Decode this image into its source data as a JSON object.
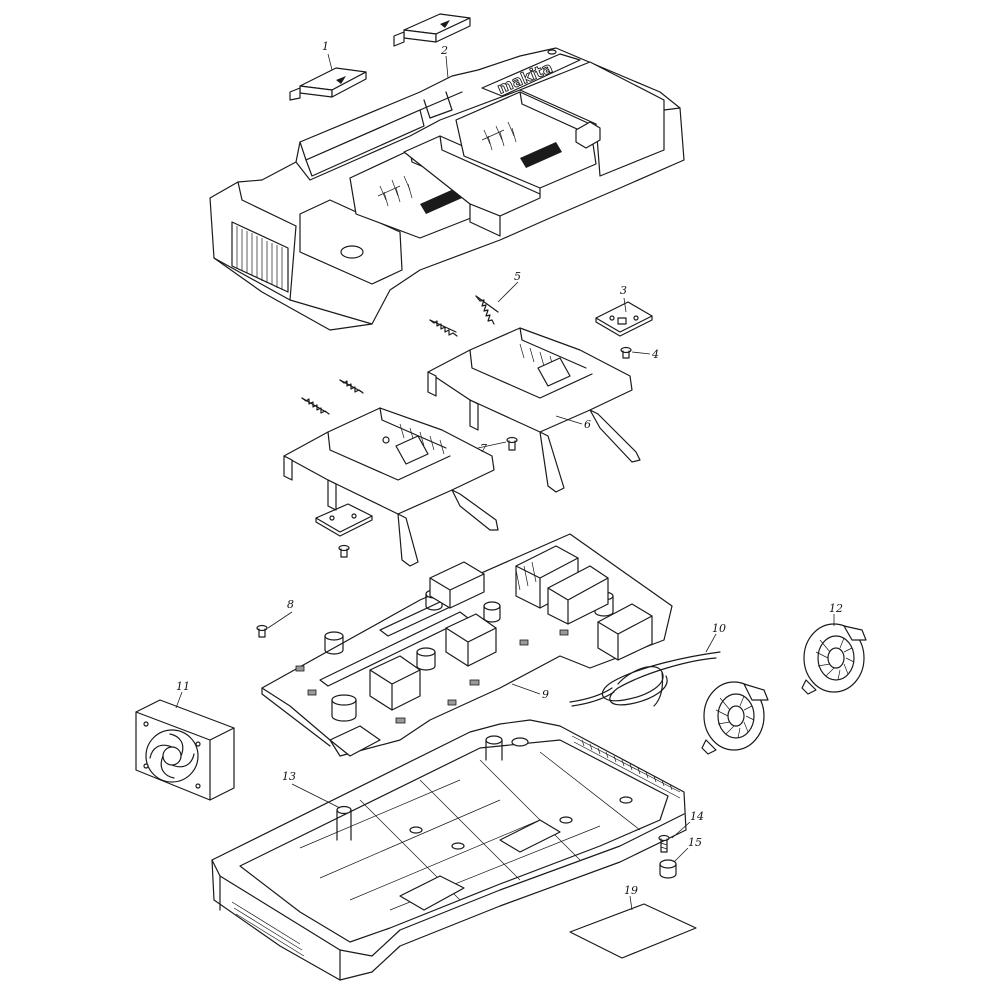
{
  "diagram": {
    "brand_text": "makita",
    "part_numbers": {
      "p1": "1",
      "p2": "2",
      "p3": "3",
      "p4": "4",
      "p5": "5",
      "p6": "6",
      "p7": "7",
      "p8": "8",
      "p9": "9",
      "p10": "10",
      "p11": "11",
      "p12": "12",
      "p13": "13",
      "p14": "14",
      "p15": "15",
      "p19": "19"
    }
  }
}
